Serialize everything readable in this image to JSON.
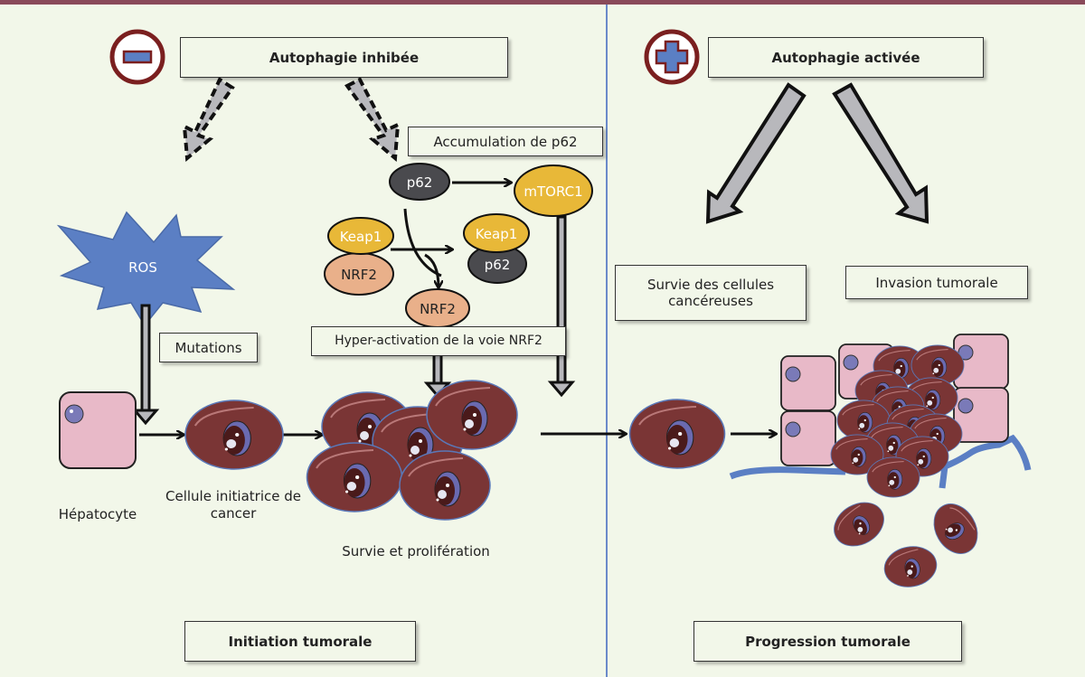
{
  "left_panel": {
    "header_icon": "minus-icon",
    "header": "Autophagie inhibée",
    "accumulation": "Accumulation de p62",
    "ros": "ROS",
    "mutations": "Mutations",
    "hyper_activation": "Hyper-activation de la voie NRF2",
    "proteins": {
      "p62": "p62",
      "mtorc1": "mTORC1",
      "keap1_a": "Keap1",
      "nrf2_a": "NRF2",
      "keap1_b": "Keap1",
      "p62_b": "p62",
      "nrf2_free": "NRF2"
    },
    "hepatocyte": "Hépatocyte",
    "initiating_cell": "Cellule initiatrice de cancer",
    "survival": "Survie et prolifération",
    "footer": "Initiation tumorale"
  },
  "right_panel": {
    "header_icon": "plus-icon",
    "header": "Autophagie activée",
    "survival_box": "Survie des cellules cancéreuses",
    "invasion_box": "Invasion tumorale",
    "footer": "Progression tumorale"
  },
  "colors": {
    "background": "#f2f7e9",
    "top_bar": "#8a4a5a",
    "divider": "#6b8ac9",
    "icon_ring": "#7a1f1f",
    "icon_fill": "#5b7fc4",
    "cancer_cell": "#7a3535",
    "hepatocyte": "#e8b9c8",
    "p62": "#4a4a4e",
    "keap1_mtorc1": "#e8b838",
    "nrf2": "#e9b08a",
    "ros": "#5b7fc4"
  }
}
